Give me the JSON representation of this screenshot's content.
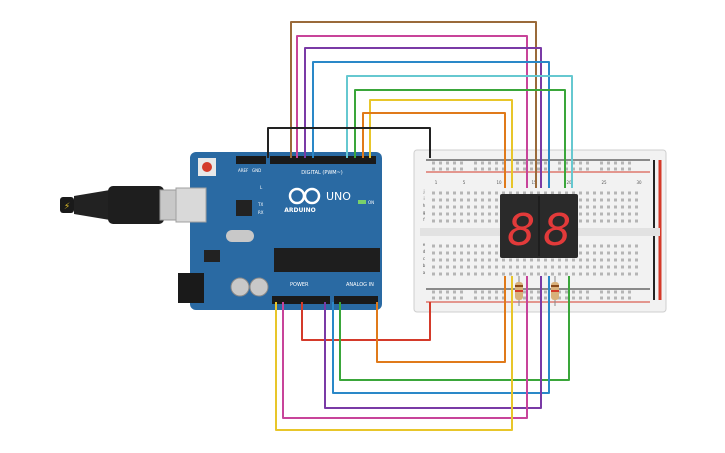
{
  "arduino": {
    "brand_label": "ARDUINO",
    "model_label": "UNO",
    "digital_label": "DIGITAL (PWM~)",
    "power_label": "POWER",
    "analog_label": "ANALOG IN",
    "on_label": "ON",
    "tx_label": "TX",
    "rx_label": "RX",
    "l_label": "L",
    "aref_label": "AREF",
    "gnd_label": "GND"
  },
  "breadboard": {
    "row_letters_top": [
      "j",
      "i",
      "h",
      "g",
      "f"
    ],
    "row_letters_bottom": [
      "e",
      "d",
      "c",
      "b",
      "a"
    ],
    "column_numbers": [
      "1",
      "5",
      "10",
      "15",
      "20",
      "25",
      "30"
    ]
  },
  "display": {
    "digits": [
      "8",
      "8"
    ]
  },
  "colors": {
    "arduino_blue": "#2a6aa3",
    "board_white": "#f2f2f2",
    "rail_red": "#d43a2a",
    "rail_black": "#222222",
    "segment_red": "#e23a3a",
    "display_body": "#2a2a2a",
    "wire_brown": "#9a6a3a",
    "wire_pink": "#c8449a",
    "wire_purple": "#7a3aa6",
    "wire_blue": "#2a88c8",
    "wire_cyan": "#66c8d0",
    "wire_green": "#3aa63a",
    "wire_yellow": "#e8c62a",
    "wire_orange": "#e07a1a",
    "wire_red": "#d43a2a",
    "wire_black": "#222222"
  }
}
